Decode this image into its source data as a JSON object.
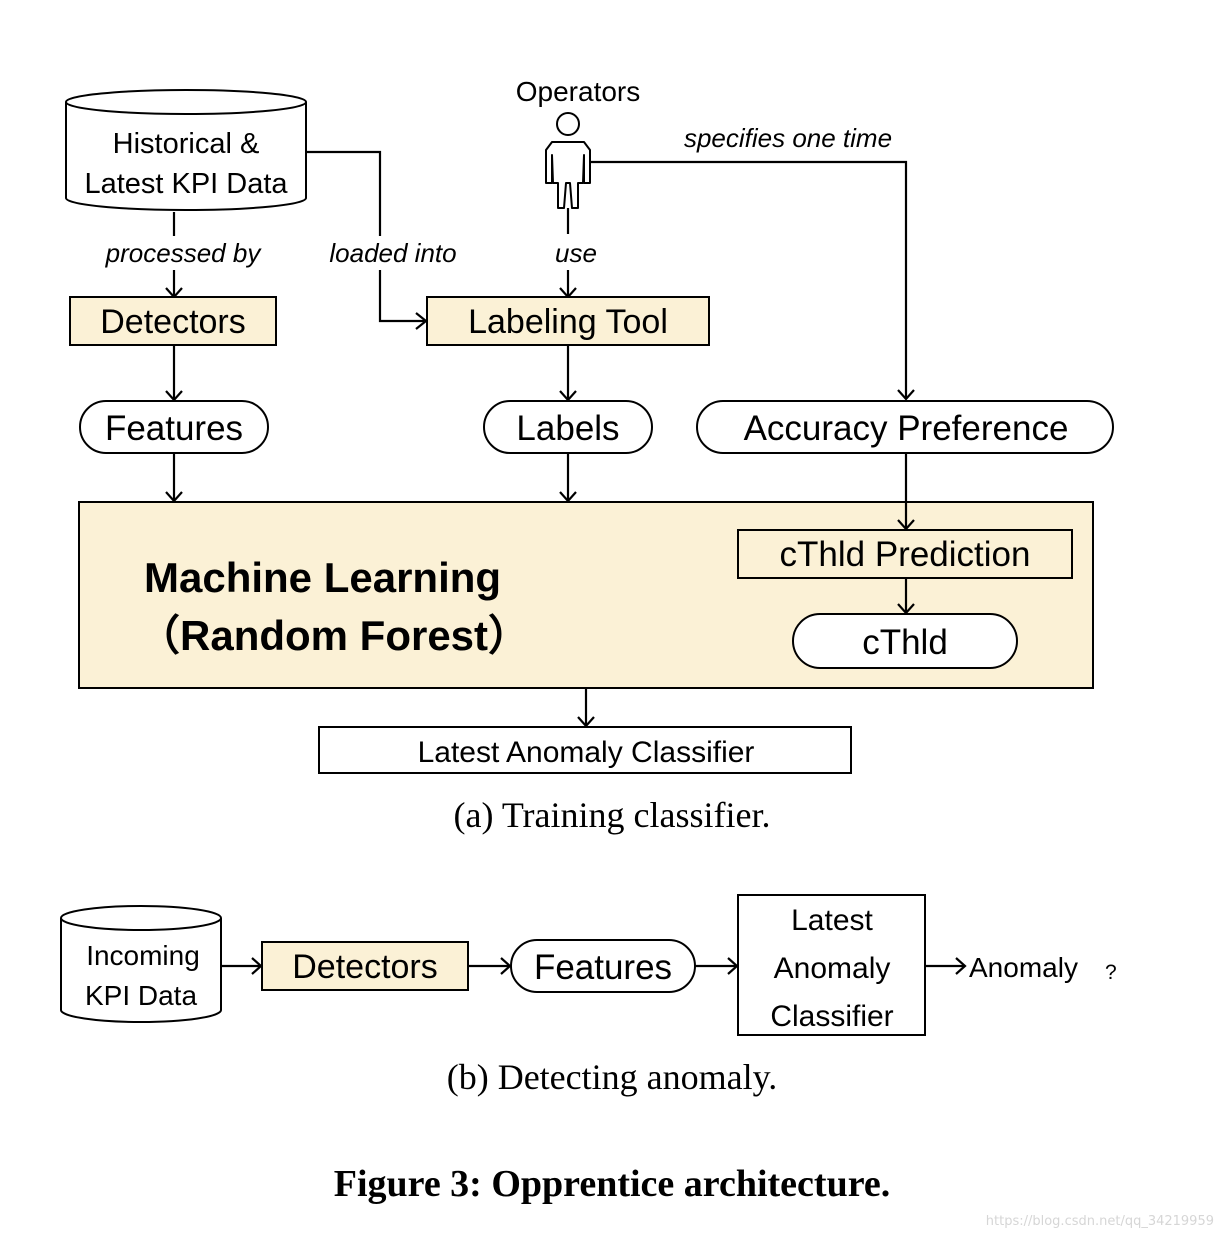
{
  "nodes": {
    "hist_data": [
      "Historical &",
      "Latest KPI Data"
    ],
    "operators": "Operators",
    "detectors_a": "Detectors",
    "labeling_tool": "Labeling Tool",
    "features_a": "Features",
    "labels": "Labels",
    "accuracy_pref": "Accuracy Preference",
    "ml_title": "Machine Learning",
    "ml_subtitle": "（Random Forest）",
    "cthld_prediction": "cThld Prediction",
    "cthld": "cThld",
    "latest_classifier_a": "Latest Anomaly Classifier",
    "incoming_data": [
      "Incoming",
      "KPI Data"
    ],
    "detectors_b": "Detectors",
    "features_b": "Features",
    "latest_classifier_b": [
      "Latest",
      "Anomaly",
      "Classifier"
    ],
    "anomaly_out": "Anomaly",
    "anomaly_q": "?"
  },
  "edges": {
    "processed_by": "processed by",
    "loaded_into": "loaded into",
    "use": "use",
    "specifies_one_time": "specifies one time"
  },
  "captions": {
    "a": "(a) Training classifier.",
    "b": "(b) Detecting anomaly.",
    "figure": "Figure 3: Opprentice architecture."
  },
  "watermark": "https://blog.csdn.net/qq_34219959",
  "colors": {
    "process_fill": "#fbf1d6",
    "stroke": "#000000"
  }
}
